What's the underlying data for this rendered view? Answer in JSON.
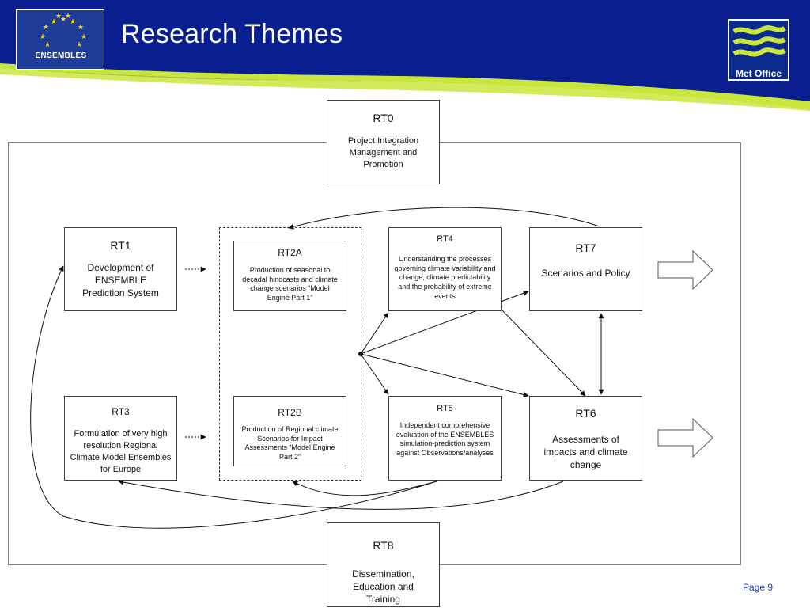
{
  "header": {
    "title": "Research Themes",
    "brand_left": "ENSEMBLES",
    "brand_right": "Met Office",
    "colors": {
      "blue": "#0a1f8f",
      "lime": "#c8e63c",
      "frame_bg": "#1f3c99"
    }
  },
  "diagram": {
    "nodes": {
      "rt0": {
        "code": "RT0",
        "desc": "Project Integration Management and Promotion"
      },
      "rt1": {
        "code": "RT1",
        "desc": "Development of ENSEMBLE Prediction System"
      },
      "rt2a": {
        "code": "RT2A",
        "desc": "Production of seasonal to decadal hindcasts and climate change scenarios “Model Engine Part 1”"
      },
      "rt2b": {
        "code": "RT2B",
        "desc": "Production of Regional climate Scenarios for Impact Assessments “Model Engine Part 2”"
      },
      "rt3": {
        "code": "RT3",
        "desc": "Formulation of very high resolution Regional Climate Model Ensembles for Europe"
      },
      "rt4": {
        "code": "RT4",
        "desc": "Understanding the processes governing climate variability and change, climate predictability and the probability of extreme events"
      },
      "rt5": {
        "code": "RT5",
        "desc": "Independent comprehensive evaluation of the ENSEMBLES simulation-prediction system against Observations/analyses"
      },
      "rt6": {
        "code": "RT6",
        "desc": "Assessments of impacts and climate change"
      },
      "rt7": {
        "code": "RT7",
        "desc": "Scenarios and Policy"
      },
      "rt8": {
        "code": "RT8",
        "desc": "Dissemination, Education and Training"
      }
    }
  },
  "footer": {
    "page": "Page 9"
  }
}
